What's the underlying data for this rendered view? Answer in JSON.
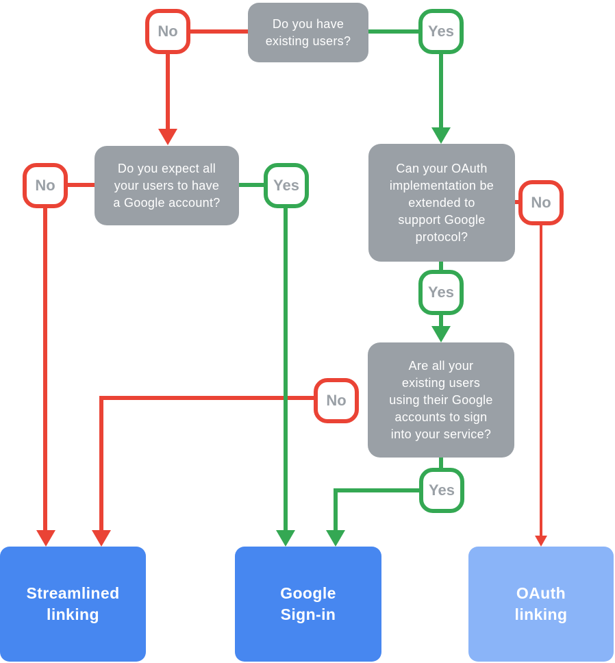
{
  "colors": {
    "red": "#EA4335",
    "green": "#34A853",
    "gray": "#9AA0A6",
    "blue": "#4787F0",
    "light_blue": "#8AB4F8",
    "pill_text": "#9AA0A6",
    "question_text": "#FFFFFF",
    "result_text": "#FFFFFF",
    "background": "#FFFFFF"
  },
  "labels": {
    "no": "No",
    "yes": "Yes"
  },
  "questions": {
    "existing_users": {
      "lines": [
        "Do you have",
        "existing users?"
      ]
    },
    "google_account": {
      "lines": [
        "Do you expect all",
        "your users to have",
        "a Google account?"
      ]
    },
    "oauth_extended": {
      "lines": [
        "Can your OAuth",
        "implementation be",
        "extended to",
        "support Google",
        "protocol?"
      ]
    },
    "users_google_signin": {
      "lines": [
        "Are all your",
        "existing users",
        "using their Google",
        "accounts to sign",
        "into your service?"
      ]
    }
  },
  "results": {
    "streamlined": {
      "lines": [
        "Streamlined",
        "linking"
      ]
    },
    "google_signin": {
      "lines": [
        "Google",
        "Sign-in"
      ]
    },
    "oauth_linking": {
      "lines": [
        "OAuth",
        "linking"
      ]
    }
  }
}
